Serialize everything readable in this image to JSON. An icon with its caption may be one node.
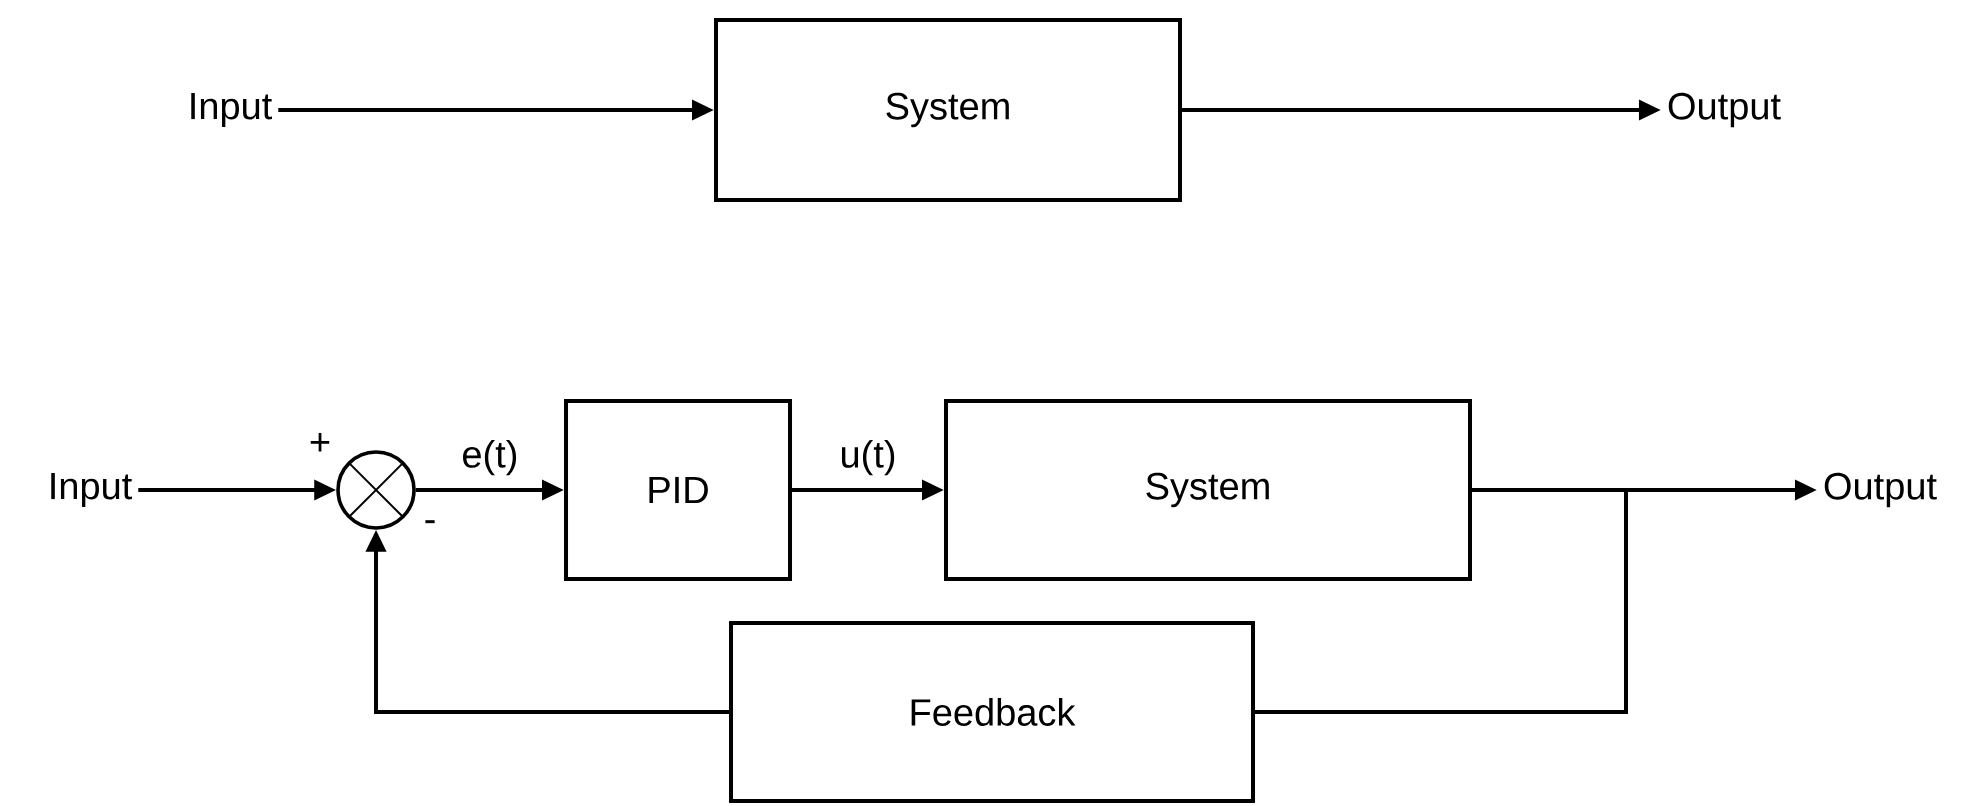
{
  "diagram": {
    "nodes": [
      {
        "text": [
          "Input"
        ]
      },
      {
        "text": [
          "System"
        ]
      },
      {
        "text": [
          "Output"
        ]
      },
      {
        "text": [
          "Input"
        ]
      },
      {
        "text": [],
        "shape": "circle"
      },
      {
        "text": [
          "PID"
        ]
      },
      {
        "text": [
          "System"
        ]
      },
      {
        "text": [
          "Output"
        ]
      },
      {
        "text": [
          "Feedback"
        ]
      }
    ],
    "edges": [
      {
        "from": 0,
        "to": 1,
        "arrow": "to"
      },
      {
        "from": 1,
        "to": 2,
        "arrow": "to"
      },
      {
        "from": 3,
        "to": 4,
        "arrow": "to"
      },
      {
        "from": 4,
        "to": 5,
        "arrow": "to",
        "label": "e(t)"
      },
      {
        "from": 5,
        "to": 6,
        "arrow": "to",
        "label": "u(t)"
      },
      {
        "from": 6,
        "to": 7,
        "arrow": "to"
      },
      {
        "from": 6,
        "to": 8,
        "arrow": "none"
      },
      {
        "from": 8,
        "to": 4,
        "arrow": "to"
      }
    ],
    "labels": [
      "+",
      "-"
    ]
  }
}
